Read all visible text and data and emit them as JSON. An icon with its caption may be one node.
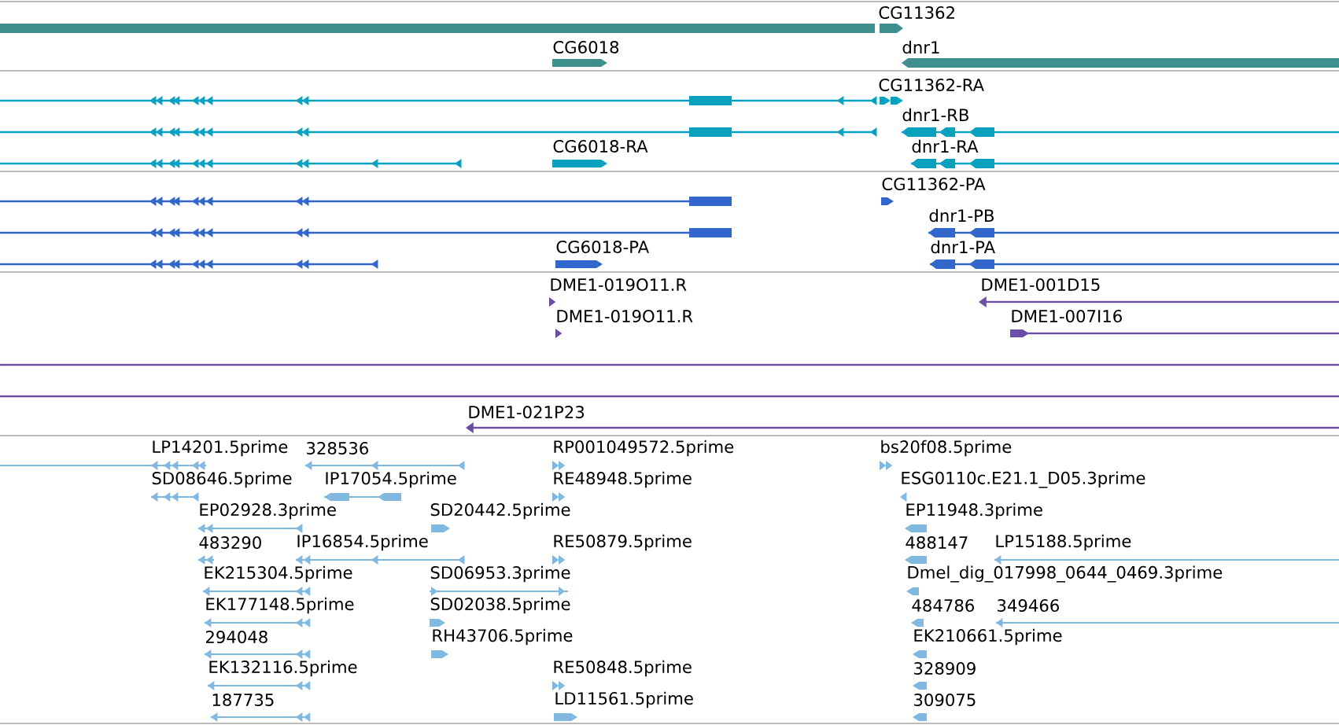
{
  "diagram": {
    "labels": [
      "CG11362",
      "CG6018",
      "dnr1",
      "CG11362-RA",
      "dnr1-RB",
      "CG6018-RA",
      "dnr1-RA",
      "CG11362-PA",
      "dnr1-PB",
      "CG6018-PA",
      "dnr1-PA",
      "DME1-019O11.R",
      "DME1-001D15",
      "DME1-019O11.R",
      "DME1-007I16",
      "DME1-021P23",
      "LP14201.5prime",
      "328536",
      "RP001049572.5prime",
      "bs20f08.5prime",
      "SD08646.5prime",
      "IP17054.5prime",
      "RE48948.5prime",
      "ESG0110c.E21.1_D05.3prime",
      "EP02928.3prime",
      "SD20442.5prime",
      "EP11948.3prime",
      "483290",
      "IP16854.5prime",
      "RE50879.5prime",
      "488147",
      "LP15188.5prime",
      "EK215304.5prime",
      "SD06953.3prime",
      "Dmel_dig_017998_0644_0469.3prime",
      "EK177148.5prime",
      "SD02038.5prime",
      "484786",
      "349466",
      "294048",
      "RH43706.5prime",
      "EK210661.5prime",
      "EK132116.5prime",
      "RE50848.5prime",
      "328909",
      "187735",
      "LD11561.5prime",
      "309075"
    ]
  }
}
